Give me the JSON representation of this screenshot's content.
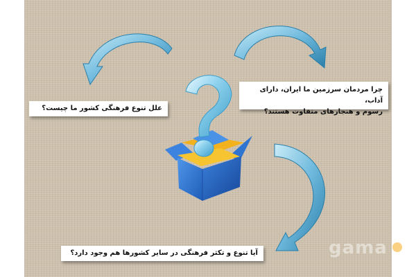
{
  "questions": {
    "q1": "علل تنوع فرهنگی کشور ما چیست؟",
    "q2_line1": "چرا مردمان سرزمین ما ایران، دارای آداب،",
    "q2_line2": "رسوم و هنجارهای متفاوت هستند؟",
    "q3": "آیا تنوع و تکثر فرهنگی در سایر کشورها هم وجود دارد؟"
  },
  "watermark": "gama",
  "colors": {
    "background": "#cdc1ae",
    "arrow_light": "#9ed3ea",
    "arrow_dark": "#2a7ea8",
    "box_blue": "#2b6fd0",
    "question_mark": "#7fcbe8"
  },
  "icons": [
    "question-mark-icon",
    "open-box-icon",
    "curved-arrow-icon"
  ]
}
